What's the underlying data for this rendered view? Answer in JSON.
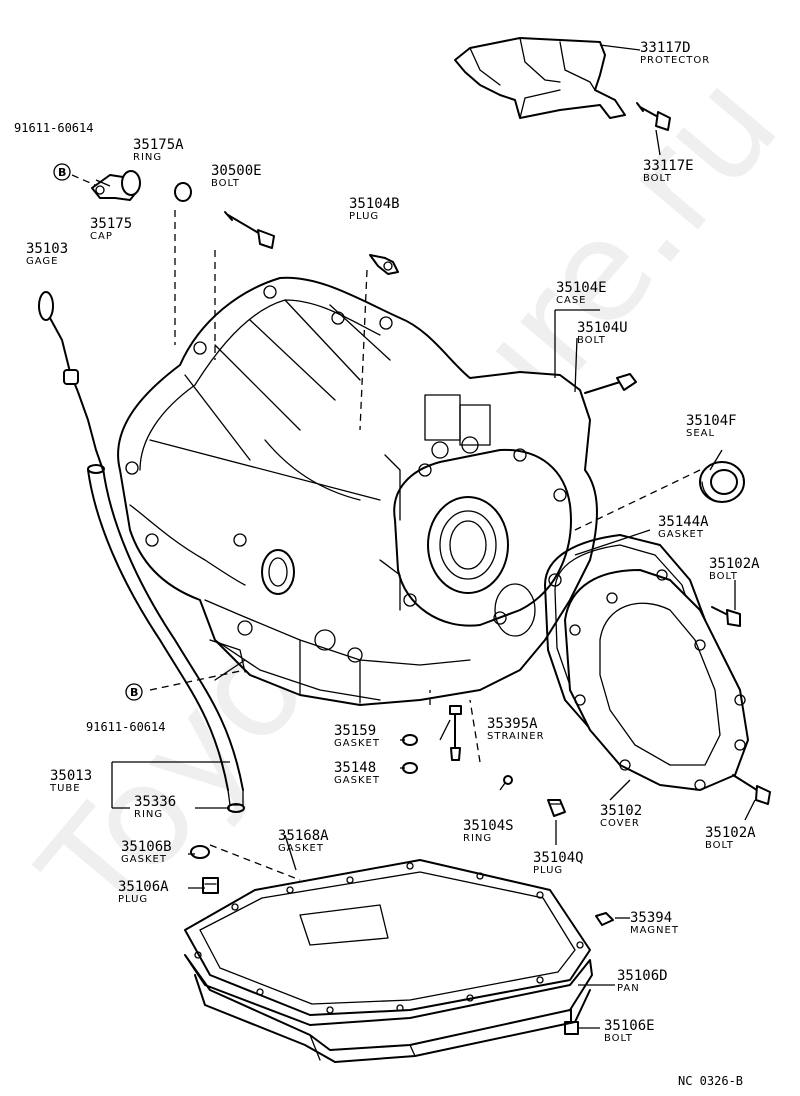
{
  "diagram_code": "NC 0326-B",
  "watermark": "Toyota-Mure.ru",
  "bolt_ref_mark": "B",
  "bolt_ref_number": "91611-60614",
  "parts": [
    {
      "number": "33117D",
      "name": "PROTECTOR"
    },
    {
      "number": "33117E",
      "name": "BOLT"
    },
    {
      "number": "35175A",
      "name": "RING"
    },
    {
      "number": "35175",
      "name": "CAP"
    },
    {
      "number": "30500E",
      "name": "BOLT"
    },
    {
      "number": "35104B",
      "name": "PLUG"
    },
    {
      "number": "35103",
      "name": "GAGE"
    },
    {
      "number": "35104E",
      "name": "CASE"
    },
    {
      "number": "35104U",
      "name": "BOLT"
    },
    {
      "number": "35104F",
      "name": "SEAL"
    },
    {
      "number": "35144A",
      "name": "GASKET"
    },
    {
      "number": "35102A",
      "name": "BOLT"
    },
    {
      "number": "35159",
      "name": "GASKET"
    },
    {
      "number": "35395A",
      "name": "STRAINER"
    },
    {
      "number": "35148",
      "name": "GASKET"
    },
    {
      "number": "35013",
      "name": "TUBE"
    },
    {
      "number": "35336",
      "name": "RING"
    },
    {
      "number": "35104S",
      "name": "RING"
    },
    {
      "number": "35102",
      "name": "COVER"
    },
    {
      "number": "35102A",
      "name": "BOLT"
    },
    {
      "number": "35168A",
      "name": "GASKET"
    },
    {
      "number": "35106B",
      "name": "GASKET"
    },
    {
      "number": "35104Q",
      "name": "PLUG"
    },
    {
      "number": "35106A",
      "name": "PLUG"
    },
    {
      "number": "35394",
      "name": "MAGNET"
    },
    {
      "number": "35106D",
      "name": "PAN"
    },
    {
      "number": "35106E",
      "name": "BOLT"
    }
  ]
}
